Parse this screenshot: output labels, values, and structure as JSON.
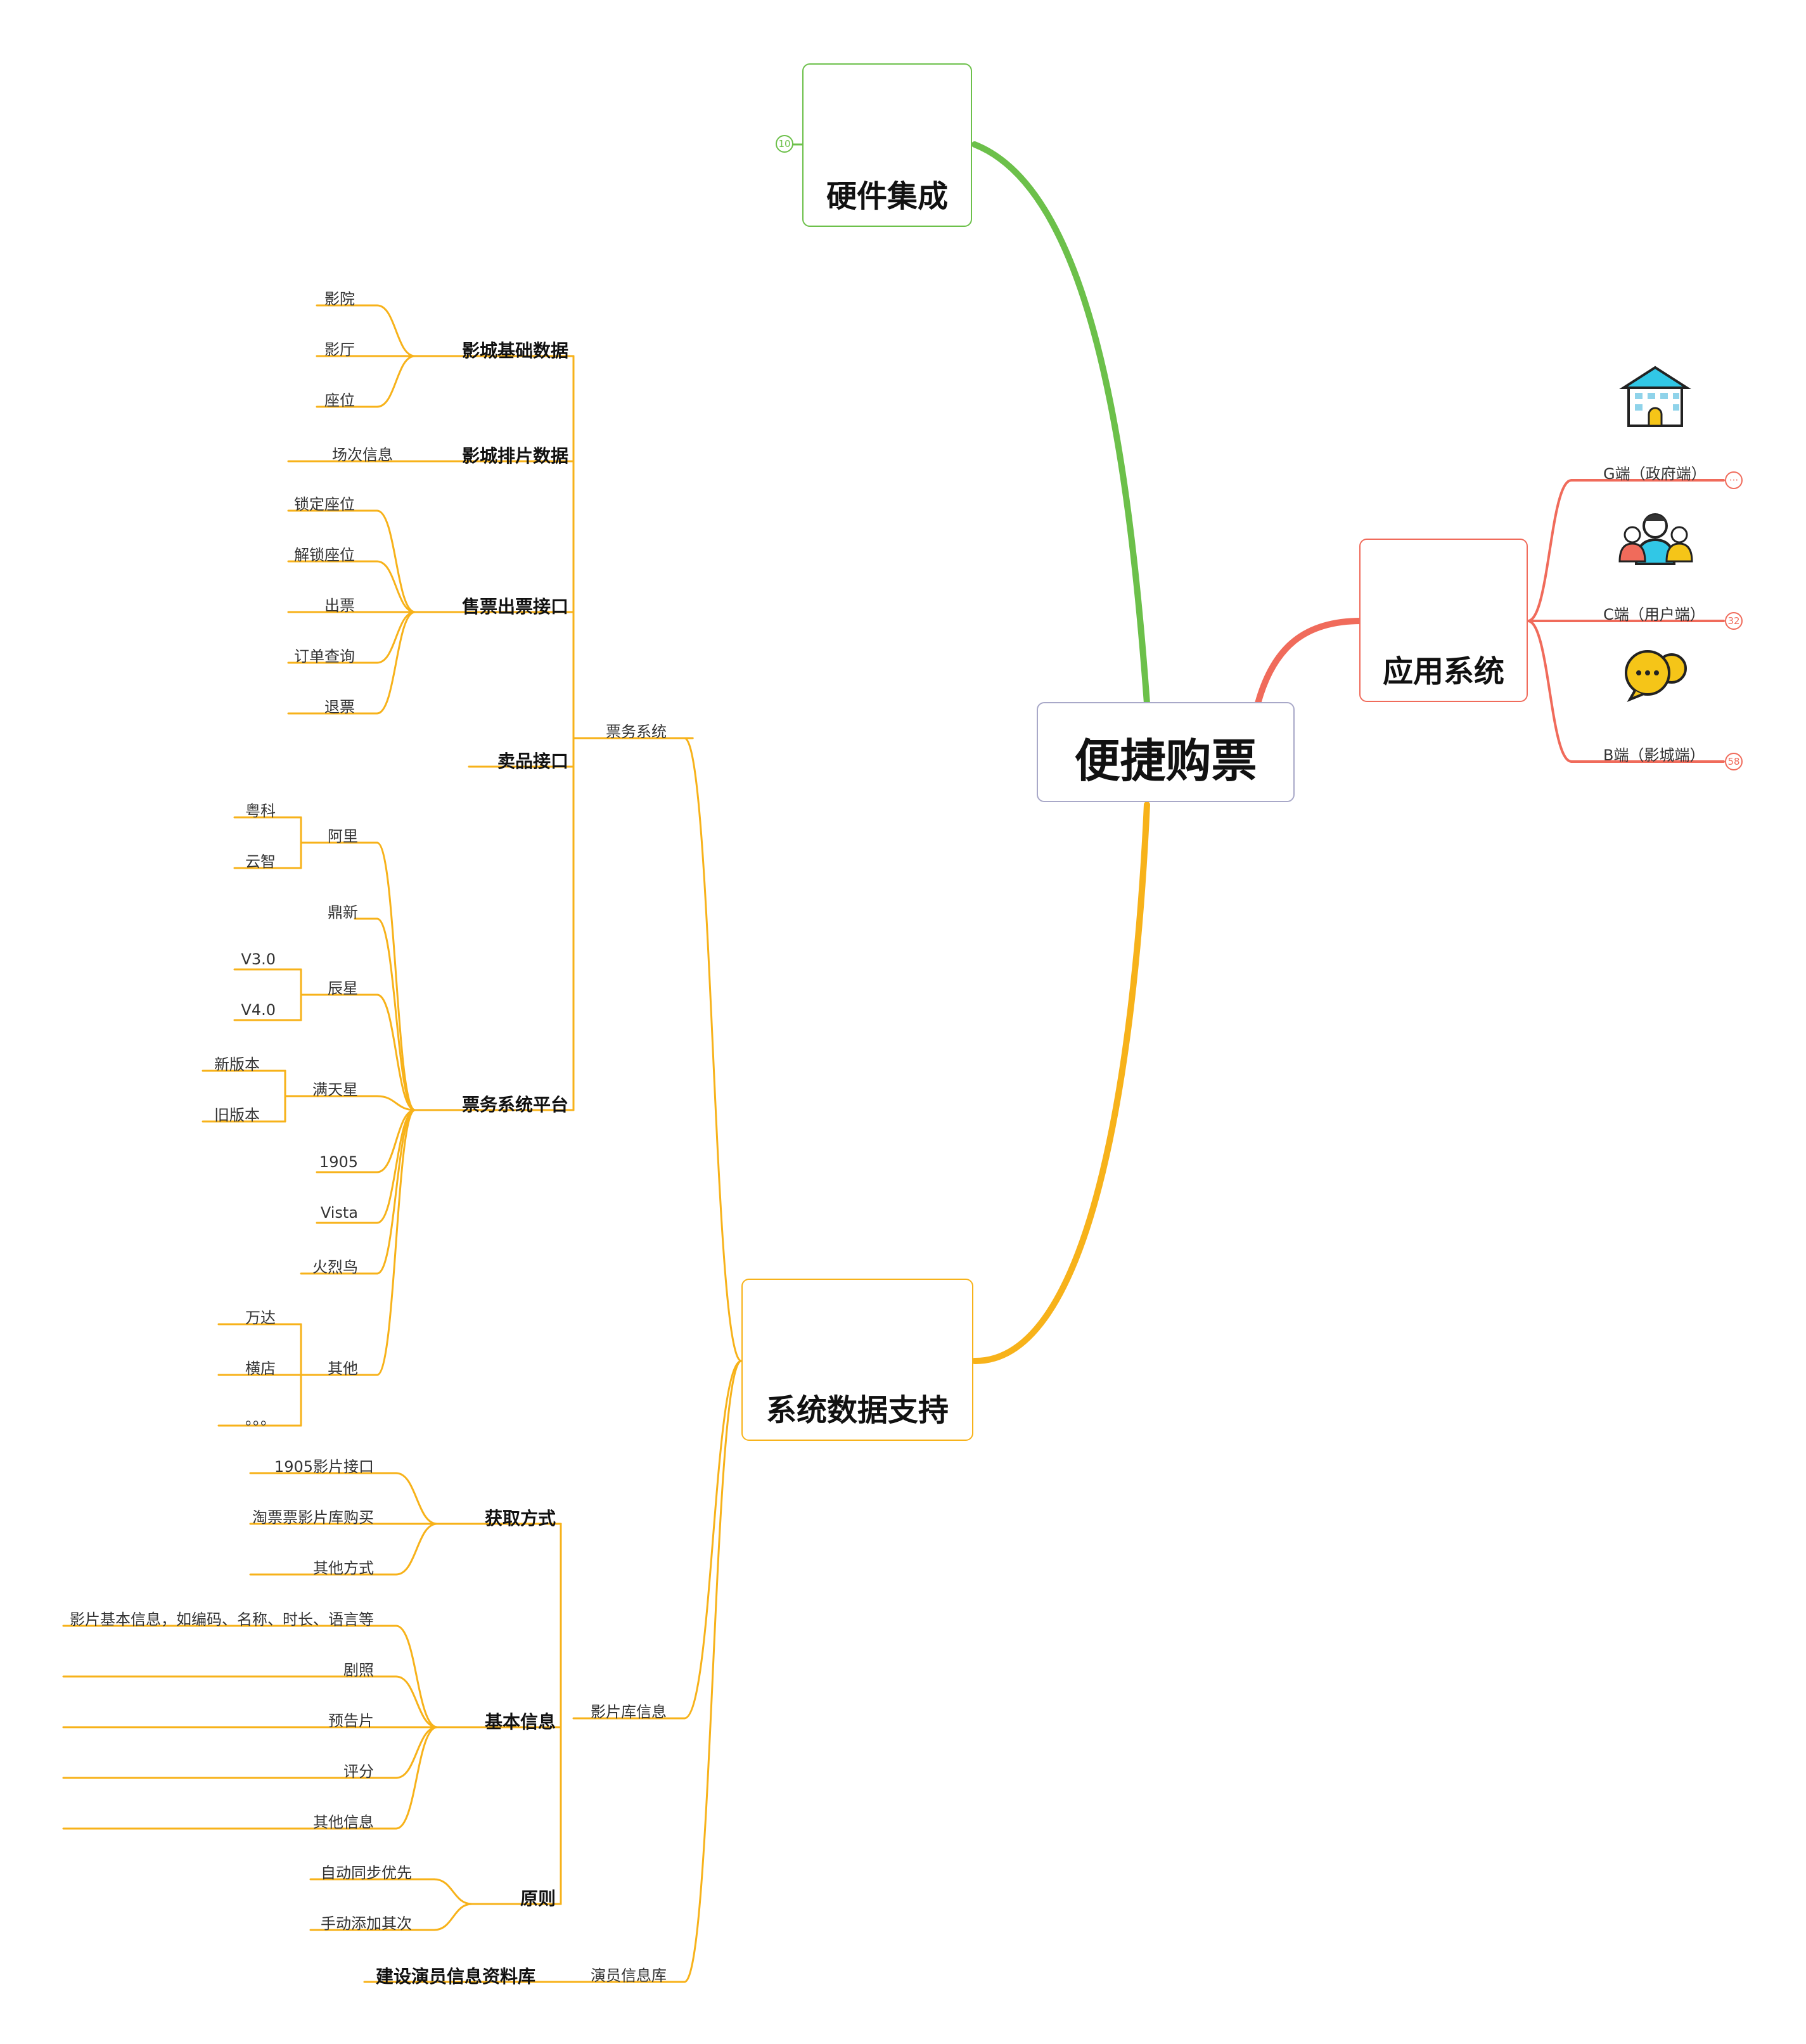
{
  "root": {
    "label": "便捷购票"
  },
  "hardware": {
    "label": "硬件集成",
    "badge": "10",
    "icon": "gears-icon",
    "color": "#6cc04a"
  },
  "app": {
    "label": "应用系统",
    "icon": "keyboard-icon",
    "color": "#f06b5b",
    "items": [
      {
        "label": "G端（政府端）",
        "badge": "···",
        "icon": "building-icon"
      },
      {
        "label": "C端（用户端）",
        "badge": "32",
        "icon": "users-icon"
      },
      {
        "label": "B端（影城端）",
        "badge": "58",
        "icon": "chat-icon"
      }
    ]
  },
  "data": {
    "label": "系统数据支持",
    "icon": "floppy-disk-icon",
    "color": "#f7b21a",
    "ticket": {
      "label": "票务系统",
      "basic": {
        "label": "影城基础数据",
        "items": [
          "影院",
          "影厅",
          "座位"
        ]
      },
      "schedule": {
        "label": "影城排片数据",
        "items": [
          "场次信息"
        ]
      },
      "sale": {
        "label": "售票出票接口",
        "items": [
          "锁定座位",
          "解锁座位",
          "出票",
          "订单查询",
          "退票"
        ]
      },
      "goods": {
        "label": "卖品接口"
      },
      "platform": {
        "label": "票务系统平台",
        "ali": "阿里",
        "ali_items": [
          "粤科",
          "云智"
        ],
        "dingxin": "鼎新",
        "chenxing": "辰星",
        "chenxing_items": [
          "V3.0",
          "V4.0"
        ],
        "mantianxing": "满天星",
        "mantianxing_items": [
          "新版本",
          "旧版本"
        ],
        "n1905": "1905",
        "vista": "Vista",
        "huolieniao": "火烈鸟",
        "other": "其他",
        "other_items": [
          "万达",
          "横店",
          "。。。"
        ]
      }
    },
    "film": {
      "label": "影片库信息",
      "acquire": {
        "label": "获取方式",
        "items": [
          "1905影片接口",
          "淘票票影片库购买",
          "其他方式"
        ]
      },
      "info": {
        "label": "基本信息",
        "items": [
          "影片基本信息，如编码、名称、时长、语言等",
          "剧照",
          "预告片",
          "评分",
          "其他信息"
        ]
      },
      "principle": {
        "label": "原则",
        "items": [
          "自动同步优先",
          "手动添加其次"
        ]
      }
    },
    "actor": {
      "label": "演员信息库",
      "child": "建设演员信息资料库"
    }
  }
}
